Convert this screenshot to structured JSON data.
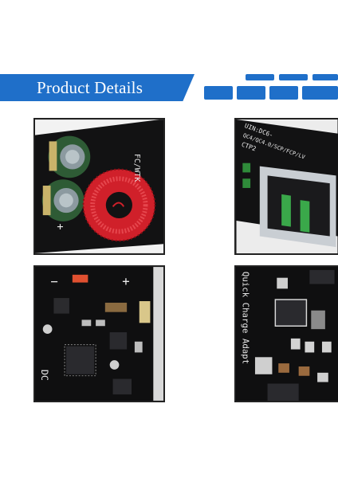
{
  "header": {
    "title": "Product Details"
  },
  "photos": {
    "p1": {
      "silkscreen": "FC/WTK",
      "plus_marker": "+"
    },
    "p2": {
      "silkscreen_lines": [
        "UIN:DC6-",
        "QC4/QC4.0/SCP/FCP/LV",
        "CTP2"
      ]
    },
    "p3": {
      "plus_marker": "+",
      "minus_marker": "−",
      "silkscreen": "DC"
    },
    "p4": {
      "silkscreen": "Quick Charge Adapt"
    }
  },
  "colors": {
    "banner_blue": "#1f6fc9",
    "pcb_black": "#0f0f10",
    "inductor_red": "#d0202a",
    "capacitor_green": "#3c6b3c",
    "usb_silver": "#c9ced3"
  }
}
